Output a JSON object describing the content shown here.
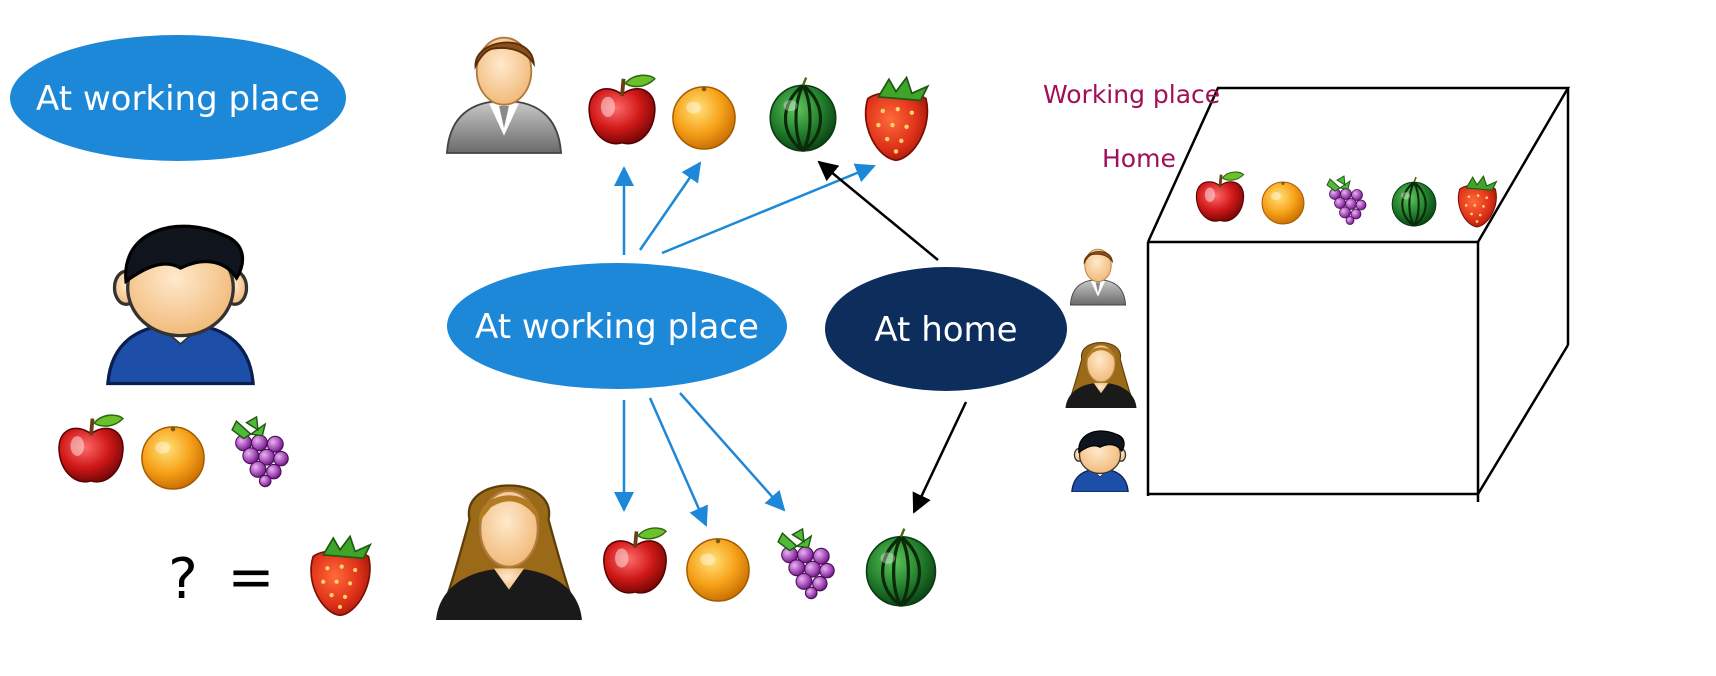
{
  "labels": {
    "left_oval": "At working place",
    "center_oval": "At working place",
    "home_oval": "At home",
    "question": "?",
    "equals": "=",
    "cube_working_place": "Working place",
    "cube_home": "Home"
  },
  "colors": {
    "work_oval": "#1e88d8",
    "home_oval": "#0d2d5c",
    "blue_arrow": "#1e88d8",
    "black_arrow": "#000000",
    "cube_label": "#a0105a",
    "cube_edge": "#000000"
  },
  "icons": [
    "boy-user-icon",
    "man-user-icon",
    "woman-user-icon",
    "apple-icon",
    "orange-icon",
    "grape-icon",
    "watermelon-icon",
    "strawberry-icon"
  ]
}
